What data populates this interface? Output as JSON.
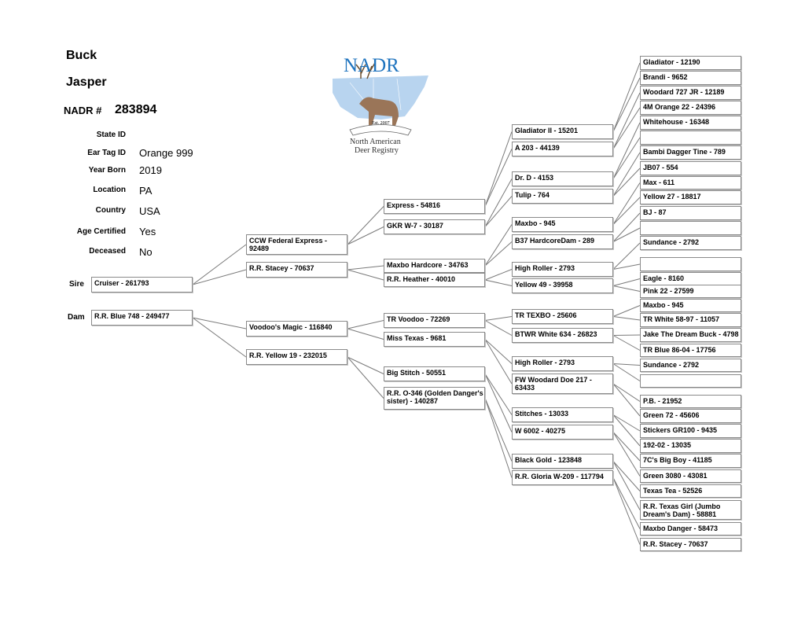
{
  "header": {
    "type": "Buck",
    "name": "Jasper",
    "nadr_label": "NADR #",
    "nadr_number": "283894"
  },
  "details": [
    {
      "label": "State ID",
      "value": ""
    },
    {
      "label": "Ear Tag ID",
      "value": "Orange 999"
    },
    {
      "label": "Year Born",
      "value": "2019"
    },
    {
      "label": "Location",
      "value": "PA"
    },
    {
      "label": "Country",
      "value": "USA"
    },
    {
      "label": "Age Certified",
      "value": "Yes"
    },
    {
      "label": "Deceased",
      "value": "No"
    }
  ],
  "logo": {
    "acronym": "NADR",
    "est": "Est. 2007",
    "line1": "North American",
    "line2": "Deer Registry"
  },
  "pedigree": {
    "sire_label": "Sire",
    "dam_label": "Dam",
    "gen1": [
      "Cruiser - 261793",
      "R.R. Blue 748 - 249477"
    ],
    "gen2": [
      "CCW Federal Express - 92489",
      "R.R. Stacey - 70637",
      "Voodoo's Magic - 116840",
      "R.R. Yellow 19 - 232015"
    ],
    "gen3": [
      "Express - 54816",
      "GKR W-7 - 30187",
      "Maxbo Hardcore - 34763",
      "R.R. Heather - 40010",
      "TR Voodoo - 72269",
      "Miss Texas - 9681",
      "Big Stitch - 50551",
      "R.R. O-346 (Golden Danger's sister) - 140287"
    ],
    "gen4": [
      "Gladiator II - 15201",
      "A 203 - 44139",
      "Dr. D - 4153",
      "Tulip - 764",
      "Maxbo - 945",
      "B37 HardcoreDam  - 289",
      "High Roller - 2793",
      "Yellow 49 - 39958",
      "TR TEXBO - 25606",
      "BTWR White 634 - 26823",
      "High Roller - 2793",
      "FW Woodard Doe 217 - 63433",
      "Stitches - 13033",
      "W 6002 - 40275",
      "Black Gold - 123848",
      "R.R. Gloria W-209 - 117794"
    ],
    "gen5": [
      "Gladiator - 12190",
      "Brandi - 9652",
      "Woodard 727 JR - 12189",
      "4M Orange 22 - 24396",
      "Whitehouse - 16348",
      "",
      "Bambi Dagger Tine - 789",
      "JB07 - 554",
      "Max - 611",
      "Yellow 27 - 18817",
      "BJ - 87",
      "",
      "Sundance - 2792",
      "",
      "Eagle - 8160",
      "Pink 22 - 27599",
      "Maxbo - 945",
      "TR White 58-97 - 11057",
      "Jake The Dream Buck - 4798",
      "TR Blue 86-04 - 17756",
      "Sundance - 2792",
      "",
      "P.B. - 21952",
      "Green 72 - 45606",
      "Stickers GR100 - 9435",
      "192-02 - 13035",
      "7C's Big Boy - 41185",
      "Green 3080 - 43081",
      "Texas Tea - 52526",
      "R.R. Texas Girl (Jumbo Dream's Dam) - 58881",
      "Maxbo Danger - 58473",
      "R.R. Stacey - 70637"
    ]
  }
}
